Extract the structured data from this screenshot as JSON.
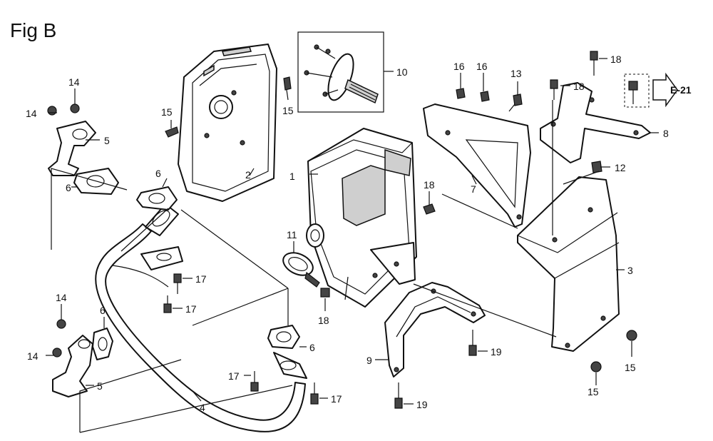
{
  "title": "Fig B",
  "reference": "E-21",
  "callouts": {
    "c1": "1",
    "c2": "2",
    "c3": "3",
    "c4": "4",
    "c5a": "5",
    "c5b": "5",
    "c6a": "6",
    "c6b": "6",
    "c6c": "6",
    "c6d": "6",
    "c7": "7",
    "c8": "8",
    "c9": "9",
    "c10": "10",
    "c11": "11",
    "c12": "12",
    "c13": "13",
    "c14a": "14",
    "c14b": "14",
    "c14c": "14",
    "c14d": "14",
    "c15a": "15",
    "c15b": "15",
    "c15c": "15",
    "c15d": "15",
    "c16a": "16",
    "c16b": "16",
    "c17a": "17",
    "c17b": "17",
    "c17c": "17",
    "c17d": "17",
    "c18a": "18",
    "c18b": "18",
    "c18c": "18",
    "c18d": "18",
    "c19a": "19",
    "c19b": "19"
  }
}
